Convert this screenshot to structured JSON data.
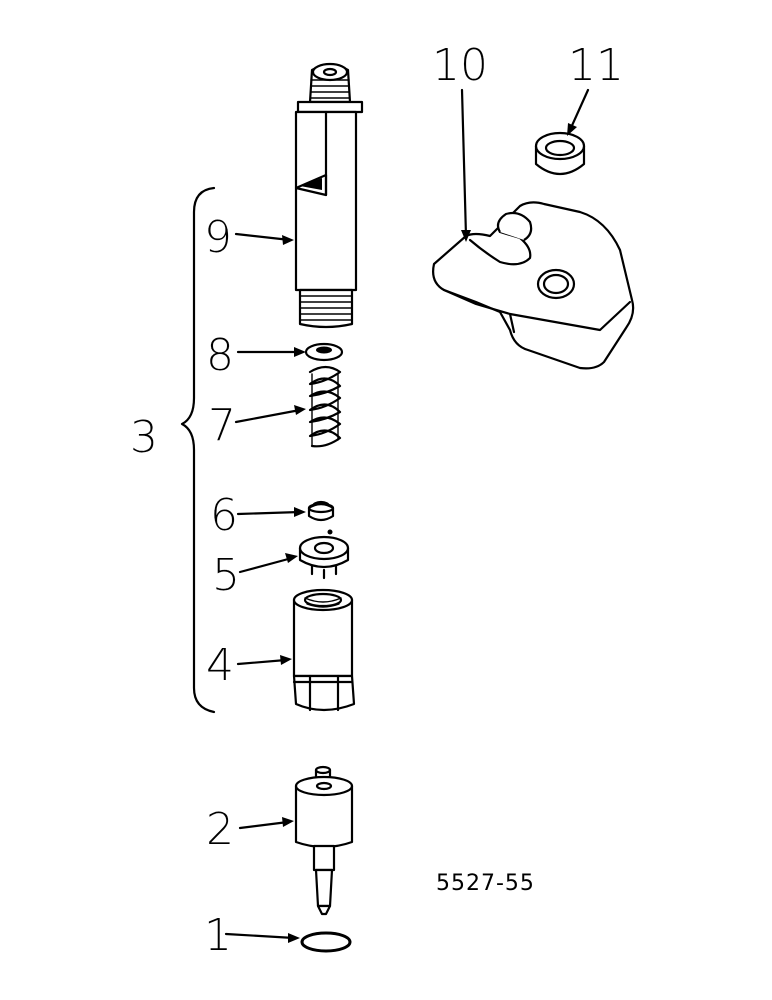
{
  "drawing_number": "5527-55",
  "callouts": {
    "c1": "1",
    "c2": "2",
    "c3": "3",
    "c4": "4",
    "c5": "5",
    "c6": "6",
    "c7": "7",
    "c8": "8",
    "c9": "9",
    "c10": "10",
    "c11": "11"
  }
}
